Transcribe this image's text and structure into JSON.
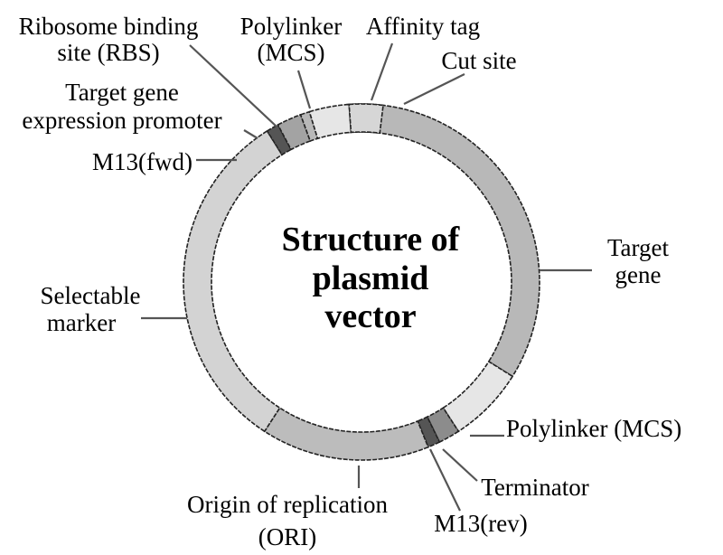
{
  "title": {
    "lines": [
      "Structure of",
      "plasmid",
      "vector"
    ]
  },
  "segments": [
    {
      "id": "cut-site-target-gene",
      "name": "Target gene",
      "start_deg": -5,
      "end_deg": 122,
      "color": "#b8b8b8"
    },
    {
      "id": "polylinker-mcs-2",
      "name": "Polylinker (MCS)",
      "start_deg": 122,
      "end_deg": 147,
      "color": "#e6e6e6"
    },
    {
      "id": "terminator",
      "name": "Terminator",
      "start_deg": 147,
      "end_deg": 154,
      "color": "#8c8c8c"
    },
    {
      "id": "m13-rev",
      "name": "M13(rev)",
      "start_deg": 154,
      "end_deg": 158,
      "color": "#555555"
    },
    {
      "id": "origin-of-replication",
      "name": "Origin of replication (ORI)",
      "start_deg": 158,
      "end_deg": 213,
      "color": "#bcbcbc"
    },
    {
      "id": "selectable-marker",
      "name": "Selectable marker",
      "start_deg": 213,
      "end_deg": 328,
      "color": "#d3d3d3"
    },
    {
      "id": "m13-fwd",
      "name": "M13(fwd)",
      "start_deg": 328,
      "end_deg": 332,
      "color": "#555555"
    },
    {
      "id": "promoter",
      "name": "Target gene expression promoter",
      "start_deg": 332,
      "end_deg": 340,
      "color": "#a3a3a3"
    },
    {
      "id": "rbs",
      "name": "Ribosome binding site (RBS)",
      "start_deg": 340,
      "end_deg": 343,
      "color": "#b8b8b8"
    },
    {
      "id": "polylinker-mcs-1",
      "name": "Polylinker (MCS)",
      "start_deg": 343,
      "end_deg": 356,
      "color": "#e6e6e6"
    },
    {
      "id": "affinity-tag",
      "name": "Affinity tag",
      "start_deg": 356,
      "end_deg": 367,
      "color": "#d6d6d6"
    }
  ],
  "labels": [
    {
      "id": "rbs",
      "lines": [
        "Ribosome binding",
        "site (RBS)"
      ]
    },
    {
      "id": "polylinker-top",
      "lines": [
        "Polylinker",
        "(MCS)"
      ]
    },
    {
      "id": "affinity-tag",
      "lines": [
        "Affinity tag"
      ]
    },
    {
      "id": "cut-site",
      "lines": [
        "Cut site"
      ]
    },
    {
      "id": "promoter",
      "lines": [
        "Target gene",
        "expression promoter"
      ]
    },
    {
      "id": "m13-fwd",
      "lines": [
        "M13(fwd)"
      ]
    },
    {
      "id": "target-gene",
      "lines": [
        "Target",
        "gene"
      ]
    },
    {
      "id": "selectable-marker",
      "lines": [
        "Selectable",
        "marker"
      ]
    },
    {
      "id": "polylinker-bottom",
      "lines": [
        "Polylinker (MCS)"
      ]
    },
    {
      "id": "terminator",
      "lines": [
        "Terminator"
      ]
    },
    {
      "id": "m13-rev",
      "lines": [
        "M13(rev)"
      ]
    },
    {
      "id": "ori",
      "lines": [
        "Origin of replication",
        "(ORI)"
      ]
    }
  ]
}
